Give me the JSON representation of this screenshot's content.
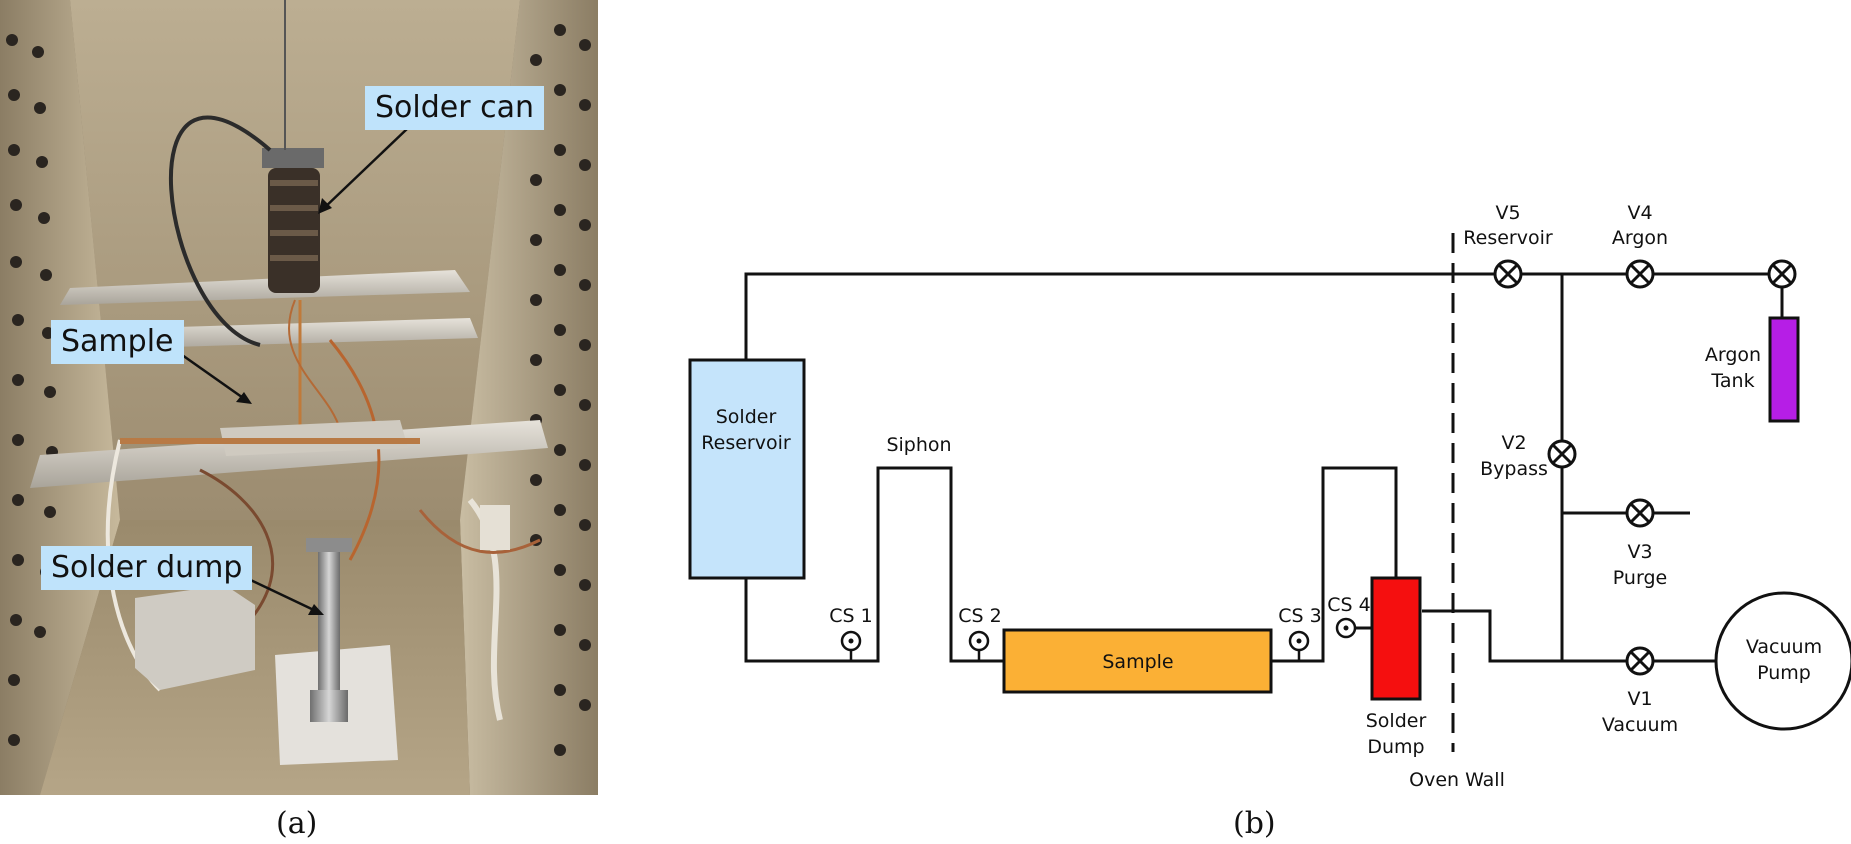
{
  "panel_a": {
    "caption": "(a)",
    "callouts": {
      "solder_can": "Solder can",
      "sample": "Sample",
      "solder_dump": "Solder dump"
    }
  },
  "panel_b": {
    "caption": "(b)",
    "components": {
      "solder_reservoir": [
        "Solder",
        "Reservoir"
      ],
      "siphon": "Siphon",
      "sample": "Sample",
      "solder_dump": [
        "Solder",
        "Dump"
      ],
      "oven_wall": "Oven Wall",
      "argon_tank": [
        "Argon",
        "Tank"
      ],
      "vacuum_pump": [
        "Vacuum",
        "Pump"
      ]
    },
    "sensors": [
      "CS 1",
      "CS 2",
      "CS 3",
      "CS 4"
    ],
    "valves": {
      "v5": [
        "V5",
        "Reservoir"
      ],
      "v4": [
        "V4",
        "Argon"
      ],
      "v2": [
        "V2",
        "Bypass"
      ],
      "v3": [
        "V3",
        "Purge"
      ],
      "v1": [
        "V1",
        "Vacuum"
      ]
    },
    "colors": {
      "reservoir": "#c5e4fb",
      "sample": "#fbb035",
      "dump": "#f50f0f",
      "argon_tank": "#b61ee6"
    }
  }
}
